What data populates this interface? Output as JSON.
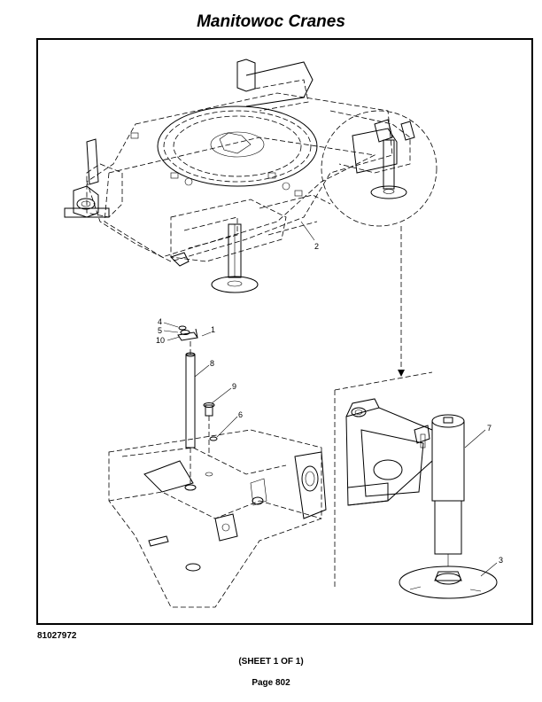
{
  "header": {
    "title": "Manitowoc Cranes"
  },
  "callouts": {
    "c1": "1",
    "c2": "2",
    "c3": "3",
    "c4": "4",
    "c5": "5",
    "c6": "6",
    "c7": "7",
    "c8": "8",
    "c9": "9",
    "c10": "10"
  },
  "footer": {
    "doc_number": "81027972",
    "sheet": "(SHEET 1 OF 1)",
    "page": "Page 802"
  }
}
